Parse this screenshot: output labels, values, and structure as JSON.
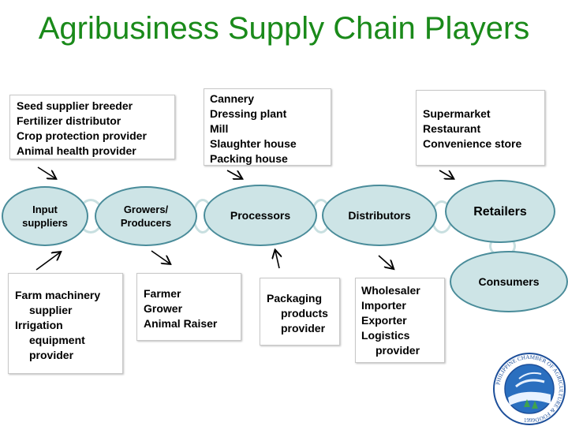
{
  "title": "Agribusiness Supply Chain Players",
  "nodes": {
    "input_suppliers": "Input suppliers",
    "growers": "Growers/ Producers",
    "processors": "Processors",
    "distributors": "Distributors",
    "retailers": "Retailers",
    "consumers": "Consumers"
  },
  "boxes": {
    "input_top": [
      "Seed supplier breeder",
      "Fertilizer distributor",
      "Crop protection provider",
      "Animal health provider"
    ],
    "processors_top": [
      "Cannery",
      "Dressing plant",
      "Mill",
      "Slaughter house",
      "Packing house"
    ],
    "retailers_top": [
      "Supermarket",
      "Restaurant",
      "Convenience store"
    ],
    "input_bottom": {
      "farm_machinery": "Farm machinery supplier",
      "irrigation": "Irrigation equipment provider"
    },
    "growers_bottom": [
      "Farmer",
      "Grower",
      "Animal Raiser"
    ],
    "processors_bottom": "Packaging products provider",
    "distributors_bottom": [
      "Wholesaler",
      "Importer",
      "Exporter",
      "Logistics provider"
    ]
  },
  "logo": {
    "text": "PHILIPPINE CHAMBER OF AGRICULTURE & FOOD",
    "year": "1999",
    "colors": {
      "ring": "#1d4f9a",
      "inner": "#2a6fbf"
    }
  },
  "colors": {
    "title": "#1a8a1a",
    "node_fill": "#cde4e6",
    "node_border": "#4a8c9a"
  }
}
